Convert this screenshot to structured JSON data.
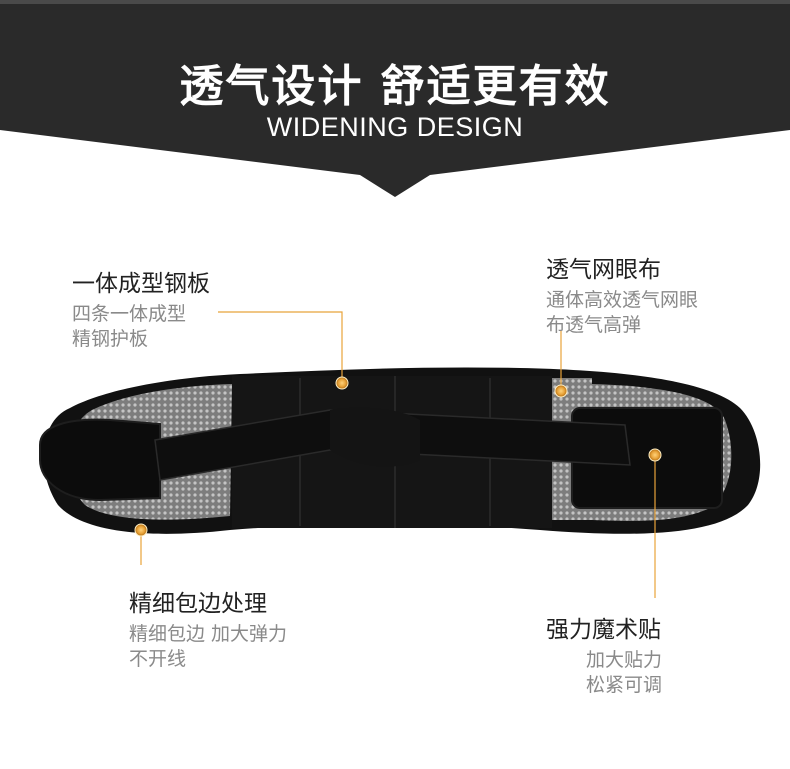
{
  "header": {
    "title": "透气设计  舒适更有效",
    "subtitle": "WIDENING DESIGN"
  },
  "colors": {
    "banner": "#2a2a2a",
    "accent": "#e8a33a",
    "belt": "#111111",
    "mesh": "#9a9a9a"
  },
  "callouts": [
    {
      "id": "steel-plate",
      "title": "一体成型钢板",
      "lines": [
        "四条一体成型",
        "精钢护板"
      ]
    },
    {
      "id": "mesh",
      "title": "透气网眼布",
      "lines": [
        "通体高效透气网眼",
        "布透气高弹"
      ]
    },
    {
      "id": "edging",
      "title": "精细包边处理",
      "lines": [
        "精细包边  加大弹力",
        "不开线"
      ]
    },
    {
      "id": "velcro",
      "title": "强力魔术贴",
      "lines": [
        "加大贴力",
        "松紧可调"
      ]
    }
  ]
}
